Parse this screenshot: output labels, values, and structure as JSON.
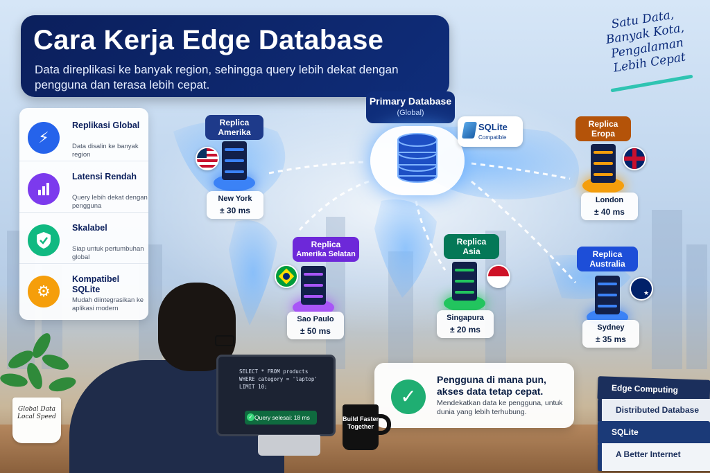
{
  "title": "Cara Kerja Edge Database",
  "subtitle": "Data direplikasi ke banyak region, sehingga query lebih dekat dengan pengguna dan terasa lebih cepat.",
  "tagline": [
    "Satu Data,",
    "Banyak Kota,",
    "Pengalaman",
    "Lebih Cepat"
  ],
  "features": [
    {
      "title": "Replikasi Global",
      "desc": "Data disalin ke banyak region",
      "icon": "lightning-icon",
      "color": "#2563eb"
    },
    {
      "title": "Latensi Rendah",
      "desc": "Query lebih dekat dengan pengguna",
      "icon": "bar-chart-icon",
      "color": "#7c3aed"
    },
    {
      "title": "Skalabel",
      "desc": "Siap untuk pertumbuhan global",
      "icon": "shield-check-icon",
      "color": "#10b981"
    },
    {
      "title": "Kompatibel SQLite",
      "desc": "Mudah diintegrasikan ke aplikasi modern",
      "icon": "gear-icon",
      "color": "#f59e0b"
    }
  ],
  "primary": {
    "title": "Primary Database",
    "subtitle": "(Global)"
  },
  "sqlite_badge": {
    "name": "SQLite",
    "sub": "Compatible"
  },
  "replicas": [
    {
      "tag": [
        "Replica",
        "Amerika"
      ],
      "city": "New York",
      "ms": "± 30 ms",
      "color": "#1e3a8a",
      "glow": "#3b82f6",
      "flag": "us-flag-icon"
    },
    {
      "tag": [
        "Replica",
        "Eropa"
      ],
      "city": "London",
      "ms": "± 40 ms",
      "color": "#b45309",
      "glow": "#f59e0b",
      "flag": "uk-flag-icon"
    },
    {
      "tag": [
        "Replica",
        "Amerika Selatan"
      ],
      "city": "Sao Paulo",
      "ms": "± 50 ms",
      "color": "#6d28d9",
      "glow": "#a855f7",
      "flag": "brazil-flag-icon"
    },
    {
      "tag": [
        "Replica",
        "Asia"
      ],
      "city": "Singapura",
      "ms": "± 20 ms",
      "color": "#047857",
      "glow": "#22c55e",
      "flag": "indonesia-flag-icon"
    },
    {
      "tag": [
        "Replica",
        "Australia"
      ],
      "city": "Sydney",
      "ms": "± 35 ms",
      "color": "#1d4ed8",
      "glow": "#3b82f6",
      "flag": "australia-flag-icon"
    }
  ],
  "info": {
    "title": "Pengguna di mana pun, akses data tetap cepat.",
    "desc": "Mendekatkan data ke pengguna, untuk dunia yang lebih terhubung."
  },
  "laptop": {
    "code": "SELECT * FROM products\nWHERE category = 'laptop'\nLIMIT 10;",
    "status": "Query selesai: 18 ms"
  },
  "mug_text": "Build Faster Together",
  "pot_text": "Global Data Local Speed",
  "books": [
    "Edge Computing",
    "Distributed Database",
    "SQLite",
    "A Better Internet"
  ]
}
